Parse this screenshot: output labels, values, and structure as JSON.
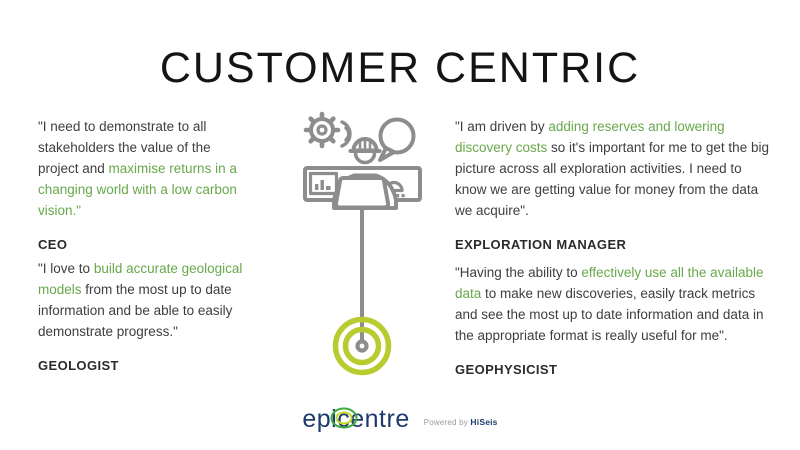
{
  "title": "CUSTOMER CENTRIC",
  "colors": {
    "green_text": "#68a84b",
    "icon_gray": "#8d8d8d",
    "bullseye_green": "#b8cb2f",
    "logo_navy": "#1e3a6e",
    "body_text": "#3e3e3e"
  },
  "quotes": [
    {
      "role": "CEO",
      "segments": [
        {
          "text": "\"I need to demonstrate to all stakeholders the value of the project and ",
          "green": false
        },
        {
          "text": "maximise returns in a changing world with a low carbon vision.\"",
          "green": true
        }
      ]
    },
    {
      "role": "EXPLORATION MANAGER",
      "segments": [
        {
          "text": "\"I am driven by ",
          "green": false
        },
        {
          "text": "adding reserves and lowering discovery costs",
          "green": true
        },
        {
          "text": " so it's important for me to get the big picture across all exploration activities. I need to know we are getting value for money from the data we acquire\".",
          "green": false
        }
      ]
    },
    {
      "role": "GEOLOGIST",
      "segments": [
        {
          "text": "\"I love to ",
          "green": false
        },
        {
          "text": "build accurate geological models",
          "green": true
        },
        {
          "text": " from the most  up to date information and be able to easily demonstrate progress.\"",
          "green": false
        }
      ]
    },
    {
      "role": "GEOPHYSICIST",
      "segments": [
        {
          "text": "\"Having the ability to ",
          "green": false
        },
        {
          "text": "effectively use all the available data",
          "green": true
        },
        {
          "text": " to make new discoveries, easily track metrics and see the most up to date information and data in the appropriate format is really useful for me\".",
          "green": false
        }
      ]
    }
  ],
  "center_icon": "operator-with-console-speech-bubble-gear",
  "bullseye_icon": "epicentre-target",
  "logo": {
    "part1": "epi",
    "part2": "c",
    "part3": "entre",
    "powered_prefix": "Powered by",
    "powered_brand": "HiSeis"
  }
}
